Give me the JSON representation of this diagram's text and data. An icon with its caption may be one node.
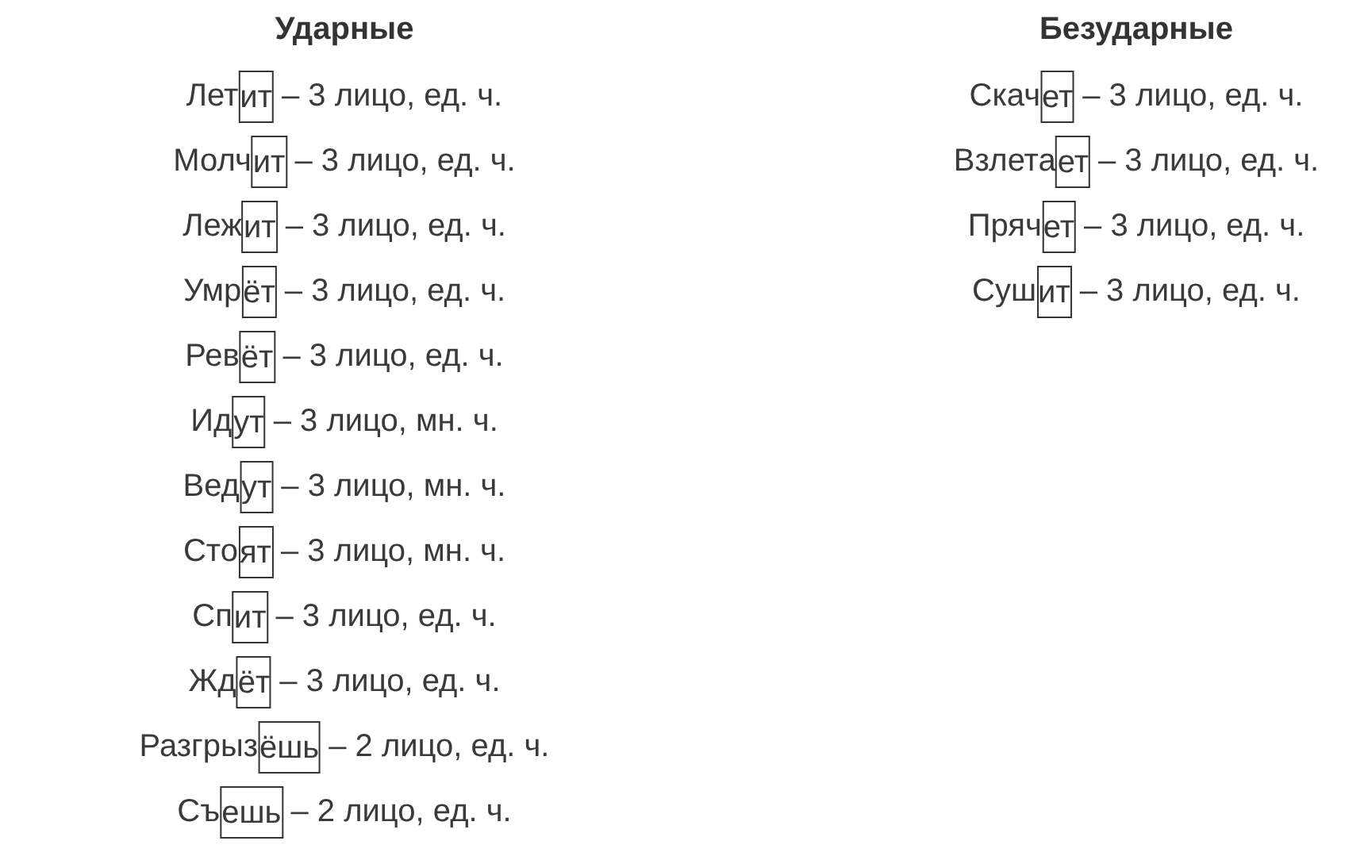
{
  "diagram": {
    "nodes": [
      {
        "text": [
          "ит"
        ],
        "beside": [
          "Лет",
          "– 3 лицо, ед. ч."
        ]
      },
      {
        "text": [
          "ит"
        ],
        "beside": [
          "Молч",
          "– 3 лицо, ед. ч."
        ]
      },
      {
        "text": [
          "ит"
        ],
        "beside": [
          "Леж",
          "– 3 лицо, ед. ч."
        ]
      },
      {
        "text": [
          "ёт"
        ],
        "beside": [
          "Умр",
          "– 3 лицо, ед. ч."
        ]
      },
      {
        "text": [
          "ёт"
        ],
        "beside": [
          "Рев",
          "– 3 лицо, ед. ч."
        ]
      },
      {
        "text": [
          "ут"
        ],
        "beside": [
          "Ид",
          "– 3 лицо, мн. ч."
        ]
      },
      {
        "text": [
          "ут"
        ],
        "beside": [
          "Вед",
          "– 3 лицо, мн. ч."
        ]
      },
      {
        "text": [
          "ят"
        ],
        "beside": [
          "Сто",
          "– 3 лицо, мн. ч."
        ]
      },
      {
        "text": [
          "ит"
        ],
        "beside": [
          "Сп",
          "– 3 лицо, ед. ч."
        ]
      },
      {
        "text": [
          "ёт"
        ],
        "beside": [
          "Жд",
          "– 3 лицо, ед. ч."
        ]
      },
      {
        "text": [
          "ёшь"
        ],
        "beside": [
          "Разгрыз",
          "– 2 лицо, ед. ч."
        ]
      },
      {
        "text": [
          "ешь"
        ],
        "beside": [
          "Съ",
          "– 2 лицо, ед. ч."
        ]
      },
      {
        "text": [
          "ет"
        ],
        "beside": [
          "Скач",
          "– 3 лицо, ед. ч."
        ]
      },
      {
        "text": [
          "ет"
        ],
        "beside": [
          "Взлета",
          "– 3 лицо, ед. ч."
        ]
      },
      {
        "text": [
          "ет"
        ],
        "beside": [
          "Пряч",
          "– 3 лицо, ед. ч."
        ]
      },
      {
        "text": [
          "ит"
        ],
        "beside": [
          "Суш",
          "– 3 лицо, ед. ч."
        ]
      }
    ],
    "labels": [
      "Ударные",
      "Безударные"
    ]
  }
}
